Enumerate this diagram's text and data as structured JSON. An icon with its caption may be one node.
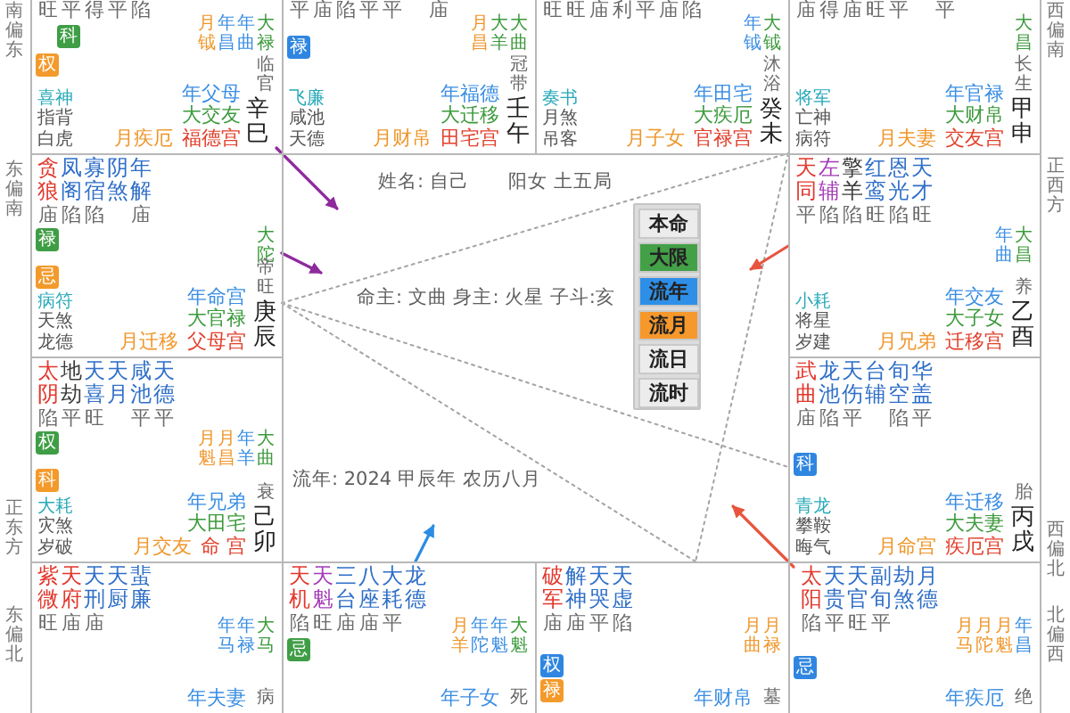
{
  "diagram": {
    "nodes": [
      {
        "text": [
          "旺",
          "平",
          "得",
          "平",
          "陷",
          "月钺",
          "年昌",
          "年曲",
          "大禄",
          "临官",
          "喜神",
          "指背",
          "白虎",
          "年父母",
          "大交友",
          "月疾厄",
          "福德宫",
          "辛巳"
        ]
      },
      {
        "text": [
          "科"
        ],
        "in": 0
      },
      {
        "text": [
          "权"
        ],
        "in": 0
      },
      {
        "text": [
          "平",
          "庙",
          "陷",
          "平",
          "平",
          "庙",
          "月昌",
          "大羊",
          "大曲",
          "冠带",
          "飞廉",
          "咸池",
          "天德",
          "年福德",
          "大迁移",
          "月财帛",
          "田宅宫",
          "壬午"
        ]
      },
      {
        "text": [
          "禄"
        ],
        "in": 3
      },
      {
        "text": [
          "旺",
          "旺",
          "庙",
          "利",
          "平",
          "庙",
          "陷",
          "年钺",
          "大钺",
          "沐浴",
          "奏书",
          "月煞",
          "吊客",
          "年田宅",
          "大疾厄",
          "月子女",
          "官禄宫",
          "癸未"
        ]
      },
      {
        "text": [
          "庙",
          "得",
          "庙",
          "旺",
          "平",
          "平",
          "大昌",
          "长生",
          "将军",
          "亡神",
          "病符",
          "年官禄",
          "大财帛",
          "月夫妻",
          "交友宫",
          "甲申"
        ]
      },
      {
        "text": [
          "贪狼",
          "凤阁",
          "寡宿",
          "阴煞",
          "年解",
          "庙",
          "陷",
          "陷",
          "庙",
          "大陀",
          "帝旺",
          "病符",
          "天煞",
          "龙德",
          "年命宫",
          "大官禄",
          "月迁移",
          "父母宫",
          "庚辰"
        ]
      },
      {
        "text": [
          "禄"
        ],
        "in": 7
      },
      {
        "text": [
          "忌"
        ],
        "in": 7
      },
      {
        "text": [
          "天同",
          "左辅",
          "擎羊",
          "红鸾",
          "恩光",
          "天才",
          "平",
          "陷",
          "陷",
          "旺",
          "陷",
          "旺",
          "年曲",
          "大昌",
          "养",
          "小耗",
          "将星",
          "岁建",
          "年交友",
          "大子女",
          "月兄弟",
          "迁移宫",
          "乙酉"
        ]
      },
      {
        "text": [],
        "shape": "box"
      },
      {
        "text": [
          "本命"
        ],
        "in": 11
      },
      {
        "text": [
          "大限"
        ],
        "in": 11
      },
      {
        "text": [
          "流年"
        ],
        "in": 11
      },
      {
        "text": [
          "流月"
        ],
        "in": 11
      },
      {
        "text": [
          "流日"
        ],
        "in": 11
      },
      {
        "text": [
          "流时"
        ],
        "in": 11
      },
      {
        "text": [
          "太阴",
          "地劫",
          "天喜",
          "天月",
          "咸池",
          "天德",
          "陷",
          "平",
          "旺",
          "平",
          "平",
          "月魁",
          "月昌",
          "年羊",
          "大曲",
          "衰",
          "大耗",
          "灾煞",
          "岁破",
          "年兄弟",
          "大田宅",
          "月交友",
          "命 宫",
          "己卯"
        ]
      },
      {
        "text": [
          "权"
        ],
        "in": 18
      },
      {
        "text": [
          "科"
        ],
        "in": 18
      },
      {
        "text": [
          "武曲",
          "龙池",
          "天伤",
          "台辅",
          "旬空",
          "华盖",
          "庙",
          "陷",
          "平",
          "陷",
          "平",
          "胎",
          "青龙",
          "攀鞍",
          "晦气",
          "年迁移",
          "大夫妻",
          "月命宫",
          "疾厄宫",
          "丙戌"
        ]
      },
      {
        "text": [
          "科"
        ],
        "in": 21
      },
      {
        "text": [
          "紫微",
          "天府",
          "天刑",
          "天厨",
          "蜚廉",
          "旺",
          "庙",
          "庙",
          "年马",
          "年禄",
          "大马",
          "病",
          "年夫妻"
        ]
      },
      {
        "text": [
          "天机",
          "天魁",
          "三台",
          "八座",
          "大耗",
          "龙德",
          "陷",
          "旺",
          "庙",
          "庙",
          "平",
          "月羊",
          "年陀",
          "年魁",
          "大魁",
          "死",
          "年子女"
        ]
      },
      {
        "text": [
          "忌"
        ],
        "in": 24
      },
      {
        "text": [
          "破军",
          "解神",
          "天哭",
          "天虚",
          "庙",
          "庙",
          "平",
          "陷",
          "月曲",
          "月禄",
          "墓",
          "年财帛"
        ]
      },
      {
        "text": [
          "权"
        ],
        "in": 26
      },
      {
        "text": [
          "禄"
        ],
        "in": 26
      },
      {
        "text": [
          "太阳",
          "天贵",
          "天官",
          "副旬",
          "劫煞",
          "月德",
          "陷",
          "平",
          "旺",
          "平",
          "月马",
          "月陀",
          "月魁",
          "年昌",
          "绝",
          "年疾厄"
        ]
      },
      {
        "text": [
          "忌"
        ],
        "in": 29
      }
    ],
    "edges": [
      {
        "from": 7,
        "to": 6,
        "arrow": "none",
        "style": "dashed"
      },
      {
        "from": 7,
        "to": 21,
        "arrow": "none",
        "style": "dashed"
      },
      {
        "from": 7,
        "to": 26,
        "arrow": "none",
        "style": "dashed"
      },
      {
        "from": 6,
        "to": 26,
        "arrow": "none",
        "style": "dashed"
      },
      {
        "from": 0,
        "to": null,
        "arrow": "to",
        "color": "#8e2a9c"
      },
      {
        "from": 7,
        "to": null,
        "arrow": "to",
        "color": "#8e2a9c"
      },
      {
        "from": 10,
        "to": null,
        "arrow": "to",
        "color": "#e8543f"
      },
      {
        "from": 29,
        "to": null,
        "arrow": "to",
        "color": "#e8543f"
      },
      {
        "from": 24,
        "to": null,
        "arrow": "to",
        "color": "#2a8de3"
      }
    ],
    "labels": [
      "南偏东",
      "西偏南",
      "东偏南",
      "正西方",
      "姓名: 自己",
      "阳女 土五局",
      "命主: 文曲 身主: 火星 子斗:亥",
      "正东方",
      "流年: 2024 甲辰年 农历八月",
      "西偏北",
      "东偏北",
      "北偏西"
    ]
  }
}
